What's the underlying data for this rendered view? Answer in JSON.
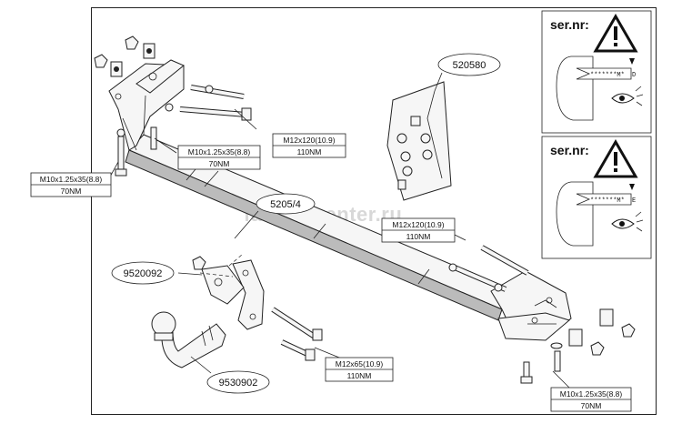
{
  "watermark": "fa·kop-center.ru",
  "serial_panels": [
    {
      "heading": "ser.nr:",
      "stamp": "*******M*",
      "letter": "D"
    },
    {
      "heading": "ser.nr:",
      "stamp": "*******M*",
      "letter": "E"
    }
  ],
  "part_numbers": {
    "main_bar": "5205/4",
    "bracket": "9520092",
    "ball": "9530902",
    "kit": "520580"
  },
  "torque_labels": [
    {
      "spec": "M10x1.25x35(8.8)",
      "torque": "70NM"
    },
    {
      "spec": "M10x1.25x35(8.8)",
      "torque": "70NM"
    },
    {
      "spec": "M12x120(10.9)",
      "torque": "110NM"
    },
    {
      "spec": "M12x120(10.9)",
      "torque": "110NM"
    },
    {
      "spec": "M12x65(10.9)",
      "torque": "110NM"
    },
    {
      "spec": "M10x1.25x35(8.8)",
      "torque": "70NM"
    }
  ]
}
